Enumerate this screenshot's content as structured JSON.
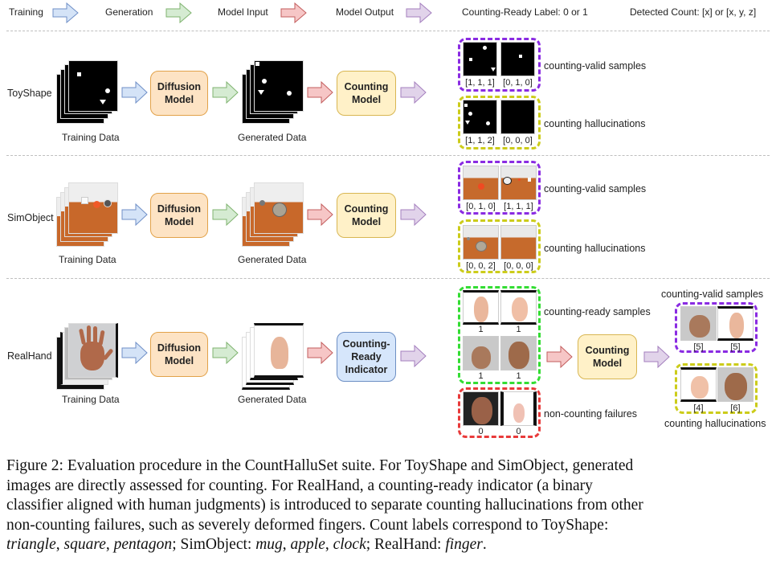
{
  "legend": {
    "training": "Training",
    "generation": "Generation",
    "model_input": "Model Input",
    "model_output": "Model Output",
    "counting_ready_label": "Counting-Ready Label: 0 or 1",
    "detected_count": "Detected Count: [x] or [x, y, z]"
  },
  "colors": {
    "training_arrow": "#d4e3f7",
    "generation_arrow": "#d5ebd2",
    "input_arrow": "#f6c6c6",
    "output_arrow": "#e1d3ea",
    "diffusion_box": "#fde3c4",
    "counting_box": "#fff1c8",
    "indicator_box": "#d6e6fb",
    "valid_border": "#8a2be2",
    "hallucination_border": "#cccc1a",
    "ready_border": "#33dd33",
    "failure_border": "#e83a3a"
  },
  "rows": {
    "toyshape": {
      "label": "ToyShape",
      "training_data": "Training Data",
      "generated_data": "Generated Data",
      "diffusion": [
        "Diffusion",
        "Model"
      ],
      "counting": [
        "Counting",
        "Model"
      ],
      "valid_label": "counting-valid samples",
      "halluc_label": "counting hallucinations",
      "valid_counts": [
        "[1, 1, 1]",
        "[0, 1, 0]"
      ],
      "halluc_counts": [
        "[1, 1, 2]",
        "[0, 0, 0]"
      ]
    },
    "simobject": {
      "label": "SimObject",
      "training_data": "Training Data",
      "generated_data": "Generated Data",
      "diffusion": [
        "Diffusion",
        "Model"
      ],
      "counting": [
        "Counting",
        "Model"
      ],
      "valid_label": "counting-valid samples",
      "halluc_label": "counting hallucinations",
      "valid_counts": [
        "[0, 1, 0]",
        "[1, 1, 1]"
      ],
      "halluc_counts": [
        "[0, 0, 2]",
        "[0, 0, 0]"
      ]
    },
    "realhand": {
      "label": "RealHand",
      "training_data": "Training Data",
      "generated_data": "Generated Data",
      "diffusion": [
        "Diffusion",
        "Model"
      ],
      "indicator": [
        "Counting-",
        "Ready",
        "Indicator"
      ],
      "counting": [
        "Counting",
        "Model"
      ],
      "ready_label": "counting-ready samples",
      "failure_label": "non-counting failures",
      "valid_label": "counting-valid samples",
      "halluc_label": "counting hallucinations",
      "ready_labels": [
        "1",
        "1",
        "1",
        "1"
      ],
      "failure_labels": [
        "0",
        "0"
      ],
      "valid_counts": [
        "[5]",
        "[5]"
      ],
      "halluc_counts": [
        "[4]",
        "[6]"
      ]
    }
  },
  "caption": {
    "line1": "Figure 2: Evaluation procedure in the CountHalluSet suite. For ToyShape and SimObject, generated",
    "line2": "images are directly assessed for counting.  For RealHand, a counting-ready indicator (a binary",
    "line3": "classifier aligned with human judgments) is introduced to separate counting hallucinations from other",
    "line4": "non-counting failures, such as severely deformed fingers.  Count labels correspond to ToyShape:",
    "line5_parts": [
      "triangle",
      ", ",
      "square",
      ", ",
      "pentagon",
      "; SimObject: ",
      "mug",
      ", ",
      "apple",
      ", ",
      "clock",
      "; RealHand: ",
      "finger",
      "."
    ]
  }
}
